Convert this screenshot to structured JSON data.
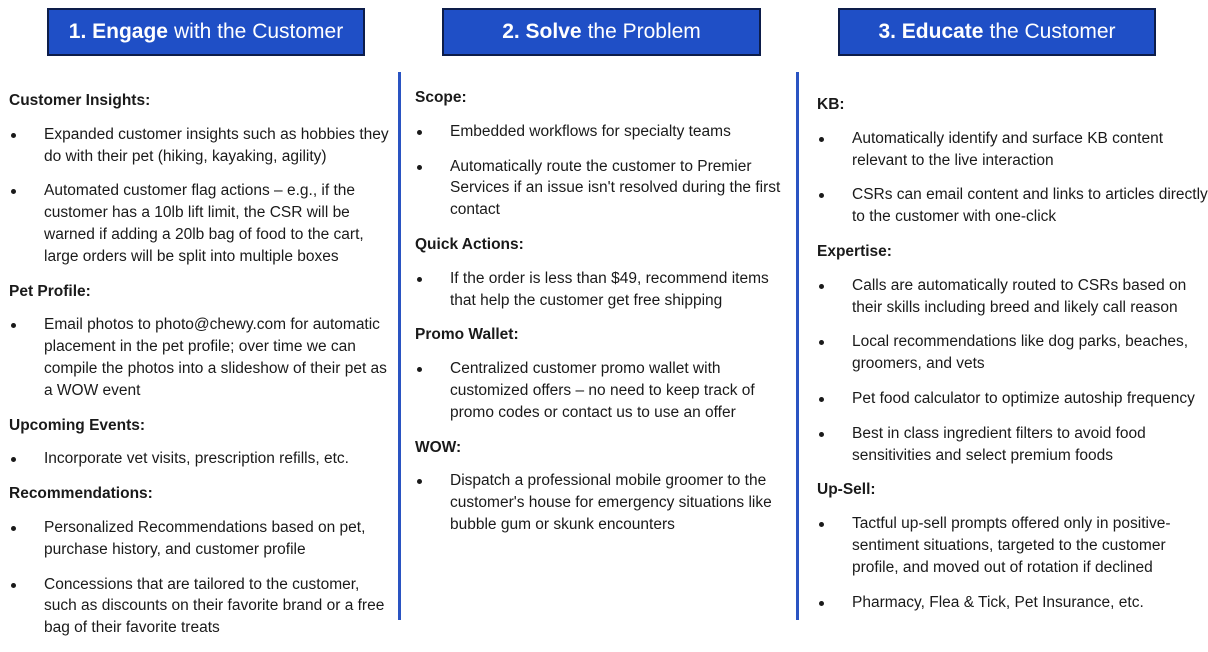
{
  "headers": [
    {
      "num": "1. Engage",
      "rest": "with the Customer"
    },
    {
      "num": "2. Solve",
      "rest": "the Problem"
    },
    {
      "num": "3. Educate",
      "rest": "the Customer"
    }
  ],
  "columns": [
    {
      "sections": [
        {
          "title": "Customer Insights:",
          "items": [
            "Expanded customer insights such as hobbies they do with their pet (hiking, kayaking, agility)",
            "Automated customer flag actions – e.g., if the customer has a 10lb lift limit, the CSR will be warned if adding a 20lb bag of food to the cart, large orders will be split into multiple boxes"
          ]
        },
        {
          "title": "Pet Profile:",
          "items": [
            "Email photos to photo@chewy.com for automatic placement in the pet profile; over time we can compile the photos into a slideshow of their pet as a WOW event"
          ]
        },
        {
          "title": "Upcoming Events:",
          "items": [
            "Incorporate vet visits, prescription refills, etc."
          ]
        },
        {
          "title": "Recommendations:",
          "items": [
            "Personalized Recommendations based on pet, purchase history, and customer profile",
            "Concessions that are tailored to the customer, such as discounts on their favorite brand or a free bag of their favorite treats"
          ]
        }
      ]
    },
    {
      "sections": [
        {
          "title": "Scope:",
          "items": [
            "Embedded workflows for specialty teams",
            "Automatically route the customer to Premier Services if an issue isn't resolved during the first contact"
          ]
        },
        {
          "title": "Quick Actions:",
          "items": [
            "If the order is less than $49, recommend items that help the customer get free shipping"
          ]
        },
        {
          "title": "Promo Wallet:",
          "items": [
            "Centralized customer promo wallet with customized offers – no need to keep track of promo codes or contact us to use an offer"
          ]
        },
        {
          "title": "WOW:",
          "items": [
            "Dispatch a professional mobile groomer to the customer's house for emergency situations like bubble gum or skunk encounters"
          ]
        }
      ]
    },
    {
      "sections": [
        {
          "title": "KB:",
          "items": [
            "Automatically identify and surface KB content relevant to the live interaction",
            "CSRs can email content and links to articles directly to the customer with one-click"
          ]
        },
        {
          "title": "Expertise:",
          "items": [
            "Calls are automatically routed to CSRs based on their skills including breed and likely call reason",
            "Local recommendations like dog parks, beaches, groomers, and vets",
            "Pet food calculator to optimize autoship frequency",
            "Best in class ingredient filters to avoid food sensitivities and select premium foods"
          ]
        },
        {
          "title": "Up-Sell:",
          "items": [
            "Tactful up-sell prompts offered only in positive-sentiment situations, targeted to the customer profile, and moved out of rotation if declined",
            "Pharmacy, Flea & Tick, Pet Insurance, etc."
          ]
        }
      ]
    }
  ]
}
